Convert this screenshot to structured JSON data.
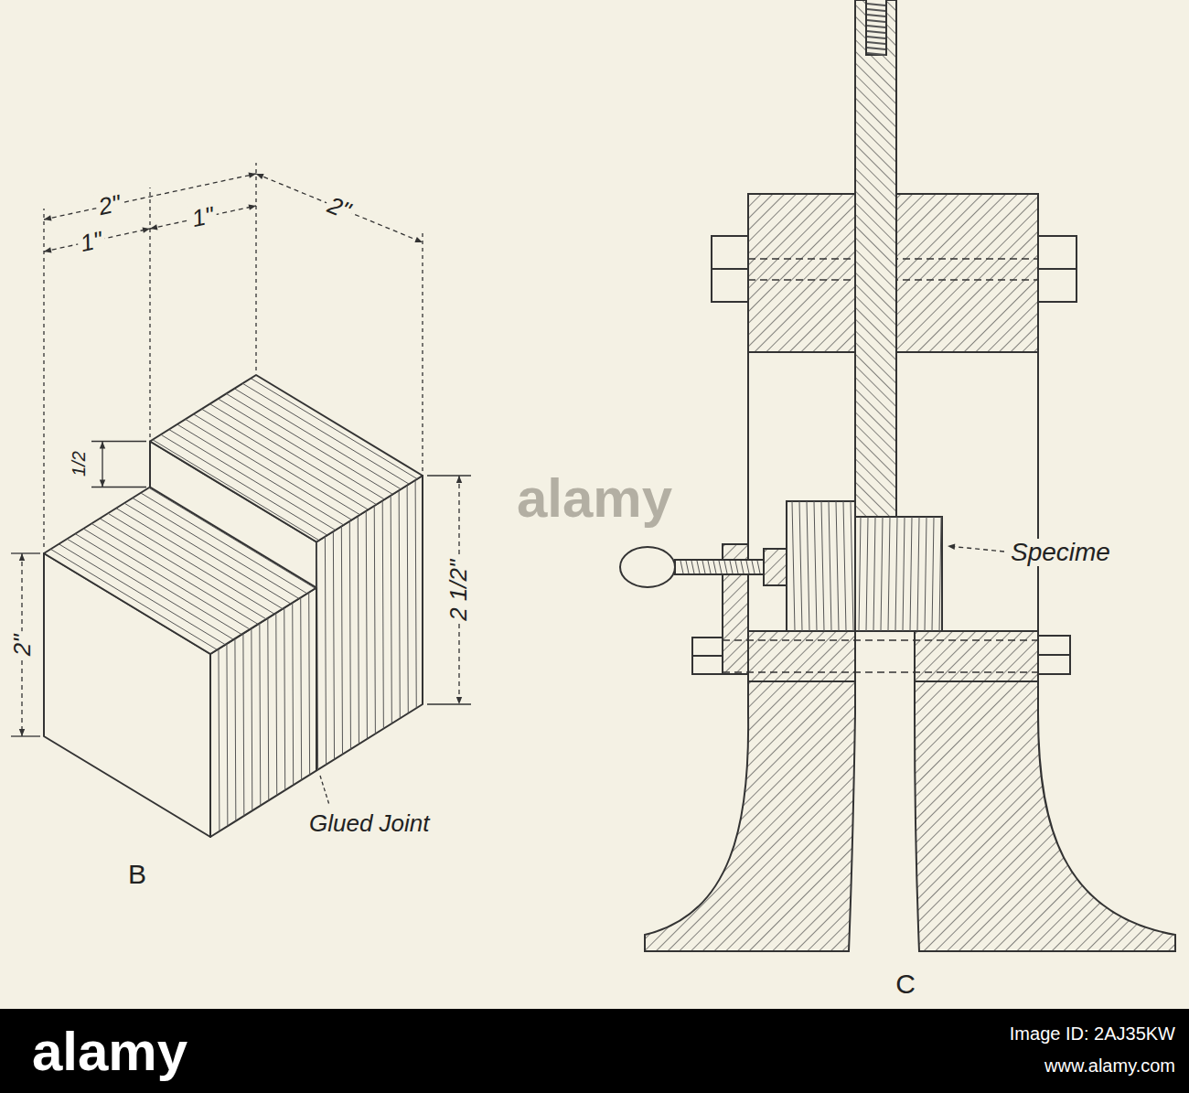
{
  "diagram": {
    "labels": [
      "2\"",
      "1\"",
      "1\"",
      "2\"",
      "1/2",
      "2\"",
      "2 1/2\"",
      "Glued Joint",
      "B",
      "Specime",
      "C",
      "alamy",
      "alamy",
      "Image ID: 2AJ35KW",
      "www.alamy.com"
    ]
  }
}
